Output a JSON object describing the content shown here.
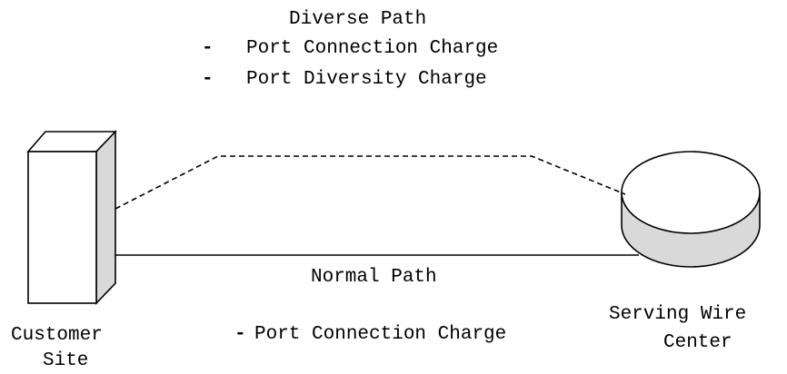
{
  "diverse_path": {
    "title": "Diverse Path",
    "charges": [
      {
        "bullet": "-",
        "text": "Port Connection Charge"
      },
      {
        "bullet": "-",
        "text": "Port Diversity Charge"
      }
    ]
  },
  "normal_path": {
    "title": "Normal Path",
    "charge": {
      "bullet": "-",
      "text": "Port Connection Charge"
    }
  },
  "customer_site": {
    "line1": "Customer",
    "line2": "Site"
  },
  "serving_wire_center": {
    "line1": "Serving Wire",
    "line2": "Center"
  },
  "colors": {
    "stroke": "#000000",
    "fill": "#ffffff",
    "shade": "#d9d9d9"
  },
  "icons": {
    "customer_site": "building-icon",
    "serving_wire_center": "disk-icon"
  }
}
